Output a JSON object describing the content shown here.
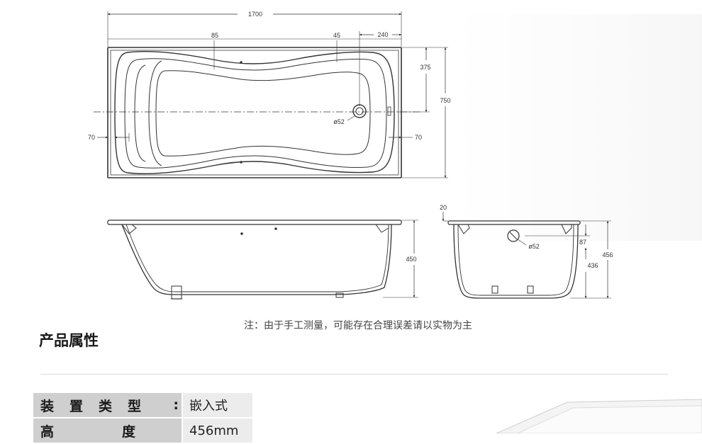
{
  "dimensions": {
    "top_view": {
      "overall_length": "1700",
      "left_offset": "85",
      "right_offset": "45",
      "drain_offset": "240",
      "half_width": "375",
      "overall_width": "750",
      "left_rim": "70",
      "right_rim": "70",
      "drain_diameter": "ø52"
    },
    "side_view": {
      "depth": "450"
    },
    "end_view": {
      "rim_thickness": "20",
      "overflow_diameter": "ø52",
      "overflow_height": "87",
      "inner_height": "436",
      "overall_height": "456"
    }
  },
  "note": "注：由于手工测量，可能存在合理误差请以实物为主",
  "section_title": "产品属性",
  "attributes": [
    {
      "key": "装置类型",
      "value": "嵌入式"
    },
    {
      "key": "高度",
      "value": "456mm"
    }
  ],
  "colors": {
    "line": "#333333",
    "key_bg": "#cfcfcf",
    "value_bg": "#ececec",
    "divider": "#dcdcdc"
  }
}
